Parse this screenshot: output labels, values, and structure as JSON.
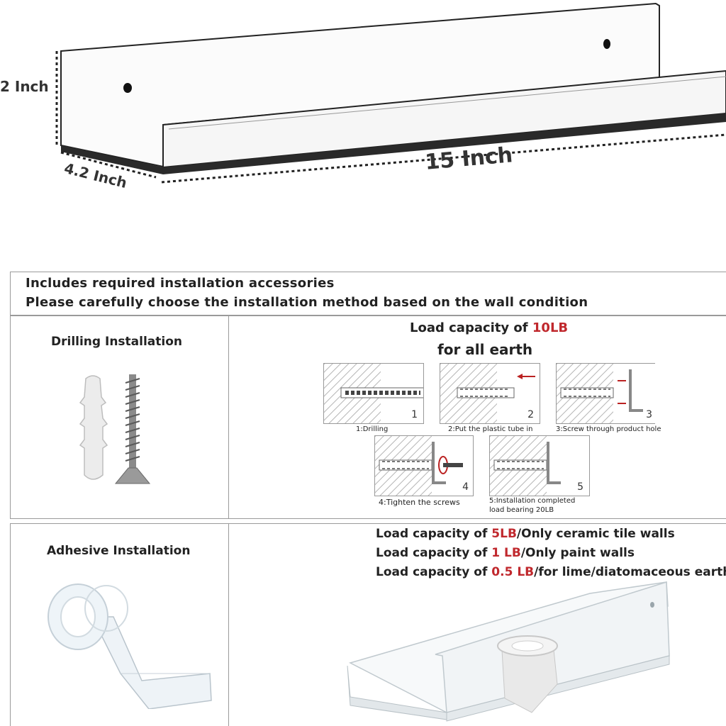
{
  "dimensions": {
    "height": "2 Inch",
    "depth": "4.2 Inch",
    "width": "15 Inch"
  },
  "header": {
    "line1": "Includes required installation accessories",
    "line2": "Please carefully choose the installation method based on the wall condition"
  },
  "drilling": {
    "title": "Drilling Installation",
    "load_prefix": "Load capacity of ",
    "load_value": "10LB",
    "load_suffix": "for all earth",
    "steps": [
      {
        "num": "1",
        "caption": "1:Drilling"
      },
      {
        "num": "2",
        "caption": "2:Put the plastic tube in"
      },
      {
        "num": "3",
        "caption": "3:Screw through product hole"
      },
      {
        "num": "4",
        "caption": "4:Tighten the screws"
      },
      {
        "num": "5",
        "caption": "5:Installation completed",
        "caption2": "load bearing 20LB"
      }
    ]
  },
  "adhesive": {
    "title": "Adhesive Installation",
    "lines": [
      {
        "prefix": "Load capacity of ",
        "value": "5LB",
        "suffix": "/Only ceramic tile walls"
      },
      {
        "prefix": "Load capacity of ",
        "value": "1 LB",
        "suffix": "/Only paint walls"
      },
      {
        "prefix": "Load capacity of ",
        "value": "0.5 LB",
        "suffix": "/for lime/diatomaceous earth"
      }
    ]
  },
  "colors": {
    "accent_red": "#c0282d",
    "border": "#9a9a9a"
  }
}
